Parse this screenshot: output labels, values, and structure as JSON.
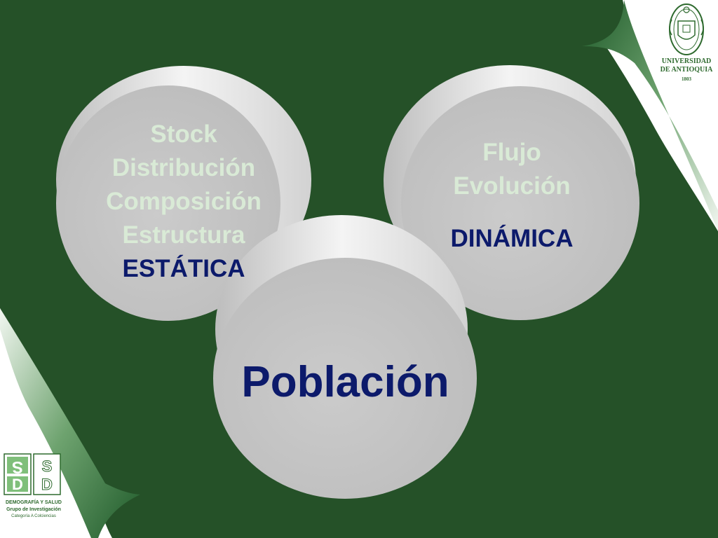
{
  "diagram": {
    "circle_left": {
      "lines": [
        "Stock",
        "Distribución",
        "Composición",
        "Estructura"
      ],
      "label": "ESTÁTICA"
    },
    "circle_right": {
      "lines": [
        "Flujo",
        "Evolución"
      ],
      "label": "DINÁMICA"
    },
    "circle_center": {
      "label": "Población"
    }
  },
  "logos": {
    "university": {
      "name_line1": "UNIVERSIDAD",
      "name_line2": "DE ANTIOQUIA",
      "year": "1803",
      "icon": "university-seal-icon"
    },
    "research_group": {
      "name_line1": "DEMOGRAFÍA Y SALUD",
      "name_line2": "Grupo de Investigación",
      "name_line3": "Categoría A Colciencias",
      "icon": "sd-logo-icon"
    }
  },
  "colors": {
    "background": "#255128",
    "circle_face": "#c5c5c5",
    "circle_edge": "#e6e6e6",
    "text_green": "#d9ead6",
    "text_navy": "#0c1a6b",
    "page_curl": "#ffffff"
  }
}
